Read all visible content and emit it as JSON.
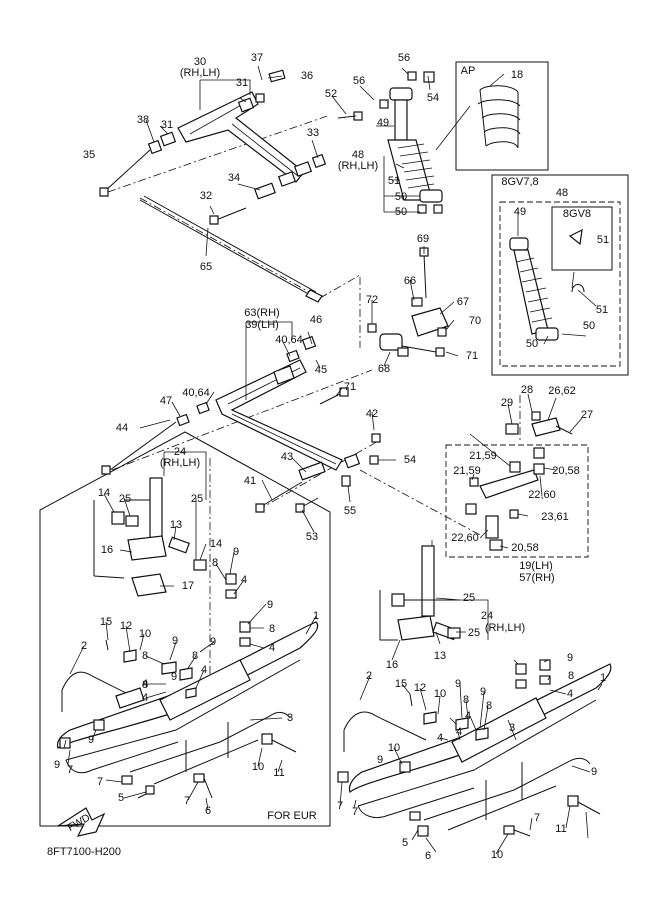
{
  "diagram_code": "8FT7100-H200",
  "fwd_label": "FWD",
  "for_eur_label": "FOR EUR",
  "ap_label": "AP",
  "variant_8gv78_label": "8GV7,8",
  "variant_8gv8_label": "8GV8",
  "labels": [
    {
      "id": "l30",
      "text": "30"
    },
    {
      "id": "l30s",
      "text": "(RH,LH)"
    },
    {
      "id": "l37",
      "text": "37"
    },
    {
      "id": "l36",
      "text": "36"
    },
    {
      "id": "l31a",
      "text": "31"
    },
    {
      "id": "l38",
      "text": "38"
    },
    {
      "id": "l31b",
      "text": "31"
    },
    {
      "id": "l33",
      "text": "33"
    },
    {
      "id": "l35",
      "text": "35"
    },
    {
      "id": "l34",
      "text": "34"
    },
    {
      "id": "l32",
      "text": "32"
    },
    {
      "id": "l65",
      "text": "65"
    },
    {
      "id": "l56a",
      "text": "56"
    },
    {
      "id": "l56b",
      "text": "56"
    },
    {
      "id": "l54a",
      "text": "54"
    },
    {
      "id": "l52",
      "text": "52"
    },
    {
      "id": "l49a",
      "text": "49"
    },
    {
      "id": "l48",
      "text": "48"
    },
    {
      "id": "l48s",
      "text": "(RH,LH)"
    },
    {
      "id": "l51a",
      "text": "51"
    },
    {
      "id": "l50a",
      "text": "50"
    },
    {
      "id": "l50b",
      "text": "50"
    },
    {
      "id": "l18",
      "text": "18"
    },
    {
      "id": "l48b",
      "text": "48"
    },
    {
      "id": "l49b",
      "text": "49"
    },
    {
      "id": "l51b",
      "text": "51"
    },
    {
      "id": "l51c",
      "text": "51"
    },
    {
      "id": "l50c",
      "text": "50"
    },
    {
      "id": "l50d",
      "text": "50"
    },
    {
      "id": "l69",
      "text": "69"
    },
    {
      "id": "l66",
      "text": "66"
    },
    {
      "id": "l67",
      "text": "67"
    },
    {
      "id": "l72",
      "text": "72"
    },
    {
      "id": "l70",
      "text": "70"
    },
    {
      "id": "l68",
      "text": "68"
    },
    {
      "id": "l71a",
      "text": "71"
    },
    {
      "id": "l63",
      "text": "63(RH)"
    },
    {
      "id": "l39",
      "text": "39(LH)"
    },
    {
      "id": "l46",
      "text": "46"
    },
    {
      "id": "l4064a",
      "text": "40,64"
    },
    {
      "id": "l45",
      "text": "45"
    },
    {
      "id": "l4064b",
      "text": "40,64"
    },
    {
      "id": "l71b",
      "text": "71"
    },
    {
      "id": "l47",
      "text": "47"
    },
    {
      "id": "l42",
      "text": "42"
    },
    {
      "id": "l44",
      "text": "44"
    },
    {
      "id": "l43",
      "text": "43"
    },
    {
      "id": "l54b",
      "text": "54"
    },
    {
      "id": "l41",
      "text": "41"
    },
    {
      "id": "l55",
      "text": "55"
    },
    {
      "id": "l53",
      "text": "53"
    },
    {
      "id": "l28",
      "text": "28"
    },
    {
      "id": "l2662",
      "text": "26,62"
    },
    {
      "id": "l29",
      "text": "29"
    },
    {
      "id": "l27",
      "text": "27"
    },
    {
      "id": "l2159a",
      "text": "21,59"
    },
    {
      "id": "l2058a",
      "text": "20,58"
    },
    {
      "id": "l2159b",
      "text": "21,59"
    },
    {
      "id": "l2260a",
      "text": "22,60"
    },
    {
      "id": "l2361",
      "text": "23,61"
    },
    {
      "id": "l2260b",
      "text": "22,60"
    },
    {
      "id": "l2058b",
      "text": "20,58"
    },
    {
      "id": "l19",
      "text": "19(LH)"
    },
    {
      "id": "l57",
      "text": "57(RH)"
    },
    {
      "id": "l24a",
      "text": "24"
    },
    {
      "id": "l24as",
      "text": "(RH,LH)"
    },
    {
      "id": "l14a",
      "text": "14"
    },
    {
      "id": "l25a",
      "text": "25"
    },
    {
      "id": "l25b",
      "text": "25"
    },
    {
      "id": "l13a",
      "text": "13"
    },
    {
      "id": "l16a",
      "text": "16"
    },
    {
      "id": "l14b",
      "text": "14"
    },
    {
      "id": "l9a",
      "text": "9"
    },
    {
      "id": "l8a",
      "text": "8"
    },
    {
      "id": "l4a",
      "text": "4"
    },
    {
      "id": "l17",
      "text": "17"
    },
    {
      "id": "l9b",
      "text": "9"
    },
    {
      "id": "l8b",
      "text": "8"
    },
    {
      "id": "l4b",
      "text": "4"
    },
    {
      "id": "l1a",
      "text": "1"
    },
    {
      "id": "l15a",
      "text": "15"
    },
    {
      "id": "l12a",
      "text": "12"
    },
    {
      "id": "l10a",
      "text": "10"
    },
    {
      "id": "l2a",
      "text": "2"
    },
    {
      "id": "l9c",
      "text": "9"
    },
    {
      "id": "l8c",
      "text": "8"
    },
    {
      "id": "l4c",
      "text": "4"
    },
    {
      "id": "l9d",
      "text": "9"
    },
    {
      "id": "l8d",
      "text": "8"
    },
    {
      "id": "l4d",
      "text": "4"
    },
    {
      "id": "l9e",
      "text": "9"
    },
    {
      "id": "l8e",
      "text": "8"
    },
    {
      "id": "l4e",
      "text": "4"
    },
    {
      "id": "l3a",
      "text": "3"
    },
    {
      "id": "l9f",
      "text": "9"
    },
    {
      "id": "l9g",
      "text": "9"
    },
    {
      "id": "l7a",
      "text": "7"
    },
    {
      "id": "l10b",
      "text": "10"
    },
    {
      "id": "l11a",
      "text": "11"
    },
    {
      "id": "l7b",
      "text": "7"
    },
    {
      "id": "l5a",
      "text": "5"
    },
    {
      "id": "l7c",
      "text": "7"
    },
    {
      "id": "l6a",
      "text": "6"
    },
    {
      "id": "l25c",
      "text": "25"
    },
    {
      "id": "l24b",
      "text": "24"
    },
    {
      "id": "l24bs",
      "text": "(RH,LH)"
    },
    {
      "id": "l25d",
      "text": "25"
    },
    {
      "id": "l13b",
      "text": "13"
    },
    {
      "id": "l16b",
      "text": "16"
    },
    {
      "id": "l9h",
      "text": "9"
    },
    {
      "id": "l8h",
      "text": "8"
    },
    {
      "id": "l4h",
      "text": "4"
    },
    {
      "id": "l1b",
      "text": "1"
    },
    {
      "id": "l2b",
      "text": "2"
    },
    {
      "id": "l15b",
      "text": "15"
    },
    {
      "id": "l12b",
      "text": "12"
    },
    {
      "id": "l10c",
      "text": "10"
    },
    {
      "id": "l9i",
      "text": "9"
    },
    {
      "id": "l8i",
      "text": "8"
    },
    {
      "id": "l4i",
      "text": "4"
    },
    {
      "id": "l9j",
      "text": "9"
    },
    {
      "id": "l8j",
      "text": "8"
    },
    {
      "id": "l4j",
      "text": "4"
    },
    {
      "id": "l4k",
      "text": "4"
    },
    {
      "id": "l3b",
      "text": "3"
    },
    {
      "id": "l9k",
      "text": "9"
    },
    {
      "id": "l10d",
      "text": "10"
    },
    {
      "id": "l9l",
      "text": "9"
    },
    {
      "id": "l7d",
      "text": "7"
    },
    {
      "id": "l7e",
      "text": "7"
    },
    {
      "id": "l5b",
      "text": "5"
    },
    {
      "id": "l6b",
      "text": "6"
    },
    {
      "id": "l7f",
      "text": "7"
    },
    {
      "id": "l10e",
      "text": "10"
    },
    {
      "id": "l11b",
      "text": "11"
    }
  ]
}
